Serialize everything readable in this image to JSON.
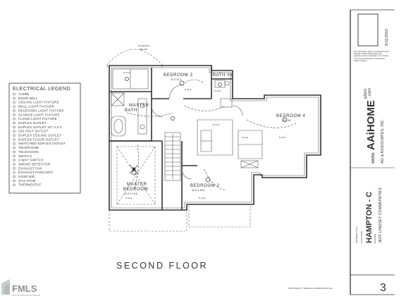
{
  "plan": {
    "title": "SECOND FLOOR",
    "copyright": "COPYRIGHT © 2002 AG & ASSOCIATES, INC.",
    "rooms": {
      "bedroom3": "BEDROOM 3",
      "bedroom3_dim": "11 X 11-3",
      "bath3": "BATH #3",
      "master_bath_1": "MASTER",
      "master_bath_2": "BATH",
      "bedroom4": "BEDROOM 4",
      "bedroom4_dim": "15 X 16",
      "master_bedroom_1": "MASTER",
      "master_bedroom_2": "BEDROOM",
      "master_bedroom_dim": "13-9 X 19-6",
      "bedroom2": "BEDROOM 2",
      "bedroom2_dim": "11-9 X 15-6",
      "switch_note_1": "3D SWITCH",
      "switch_note_2": "BELOW"
    },
    "ceiling_label": "8' CLG.",
    "ceiling_label_alt": "9' CLG."
  },
  "legend": {
    "title": "ELECTRICAL LEGEND",
    "items": [
      "CHIME",
      "DOOR BELL",
      "CEILING LIGHT FIXTURE",
      "WALL LIGHT FIXTURE",
      "RECESSED LIGHT FIXTURE",
      "SCONCE LIGHT FIXTURE",
      "FLOOD LIGHT FIXTURE",
      "DUPLEX OUTLET",
      "DUPLEX OUTLET 42\" A.F.F.",
      "220 VOLT OUTLET",
      "DUPLEX CEILING OUTLET",
      "DUPLEX FLOOR OUTLET",
      "SWITCHED DUPLEX OUTLET",
      "TELEPHONE",
      "TELEVISION",
      "SWITCH",
      "3-WAY SWITCH",
      "SMOKE DETECTOR",
      "EXHAUST FAN",
      "EXHAUST FAN/LIGHT",
      "HOSE BIB",
      "GAS STUB",
      "THERMOSTAT"
    ]
  },
  "titleblock": {
    "date": "9/11/2015",
    "notice": "The information, plans, specifications and designs in these drawings are the property of AG & Associates, Inc. and are not to be reproduced or used without written consent.",
    "brand_www": "www.",
    "brand_main": "AAiHOME",
    "brand_plans": "plans",
    "brand_com": ".com",
    "firm": "AG & ASSOCIATES, INC.",
    "drawing_title_label": "DRAWING TITLE",
    "plan_label": "PLAN NAME",
    "plan_name": "HAMPTON - C",
    "builder_label": "BUILDER",
    "builder": "JEFF LINDSEY COMMUNITIES",
    "sheet_number": "3"
  },
  "watermark": {
    "line1": "FMLS",
    "line2": "FIRST MULTIPLE LISTING SERVICE"
  }
}
